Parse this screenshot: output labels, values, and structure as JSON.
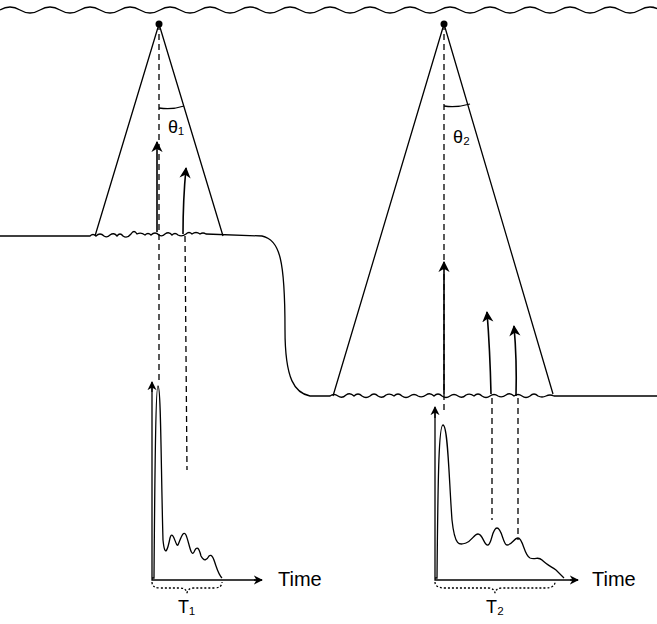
{
  "diagram": {
    "labels": [
      "θ₁",
      "θ₂",
      "T₁",
      "T₂",
      "Time",
      "Time"
    ]
  }
}
